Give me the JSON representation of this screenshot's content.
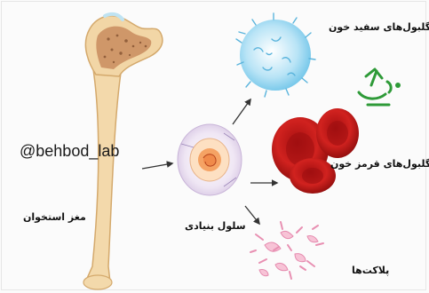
{
  "labels": {
    "bone_marrow": "مغز استخوان",
    "stem_cell": "سلول بنیادی",
    "white_blood_cells": "گلبول‌های سفید خون",
    "red_blood_cells": "گلبول‌های قرمز خون",
    "platelets": "پلاکت‌ها"
  },
  "watermark": "@behbod_lab",
  "colors": {
    "bone": "#f2d6a6",
    "marrow": "#cc8f62",
    "stem_outer": "#ece3f1",
    "stem_core": "#f6b47e",
    "wbc": "#8fd0ec",
    "rbc": "#c21a1a",
    "platelet": "#f2b4cc",
    "logo": "#2e9a38",
    "arrow": "#333333"
  },
  "icons": {
    "logo": "microscope-logo-icon"
  }
}
